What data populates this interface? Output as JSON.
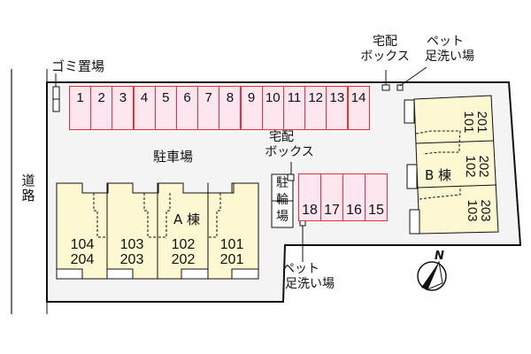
{
  "road": {
    "label": "道路"
  },
  "garbage": {
    "label": "ゴミ置場"
  },
  "parking": {
    "label": "駐車場",
    "top_row": [
      "1",
      "2",
      "3",
      "4",
      "5",
      "6",
      "7",
      "8",
      "9",
      "10",
      "11",
      "12",
      "13",
      "14"
    ],
    "bottom_row": [
      "18",
      "17",
      "16",
      "15"
    ]
  },
  "bicycle": {
    "label_chars": [
      "駐",
      "輪",
      "場"
    ]
  },
  "delivery_box_top": {
    "line1": "宅配",
    "line2": "ボックス"
  },
  "delivery_box_mid": {
    "line1": "宅配",
    "line2": "ボックス"
  },
  "pet_wash_top": {
    "line1": "ペット",
    "line2": "足洗い場"
  },
  "pet_wash_bottom": {
    "line1": "ペット",
    "line2": "足洗い場"
  },
  "building_a": {
    "name": "A 棟",
    "units": [
      {
        "lower": "104",
        "upper": "204"
      },
      {
        "lower": "103",
        "upper": "203"
      },
      {
        "lower": "102",
        "upper": "202"
      },
      {
        "lower": "101",
        "upper": "201"
      }
    ]
  },
  "building_b": {
    "name": "B 棟",
    "units": [
      {
        "upper": "201",
        "lower": "101"
      },
      {
        "upper": "202",
        "lower": "102"
      },
      {
        "upper": "203",
        "lower": "103"
      }
    ]
  },
  "compass": {
    "label": "N"
  },
  "colors": {
    "parking_fill": "#fde6ee",
    "parking_border": "#e8303a",
    "building_fill": "#fdf8d2",
    "site_fill": "#f4f4f4",
    "line": "#111111"
  }
}
